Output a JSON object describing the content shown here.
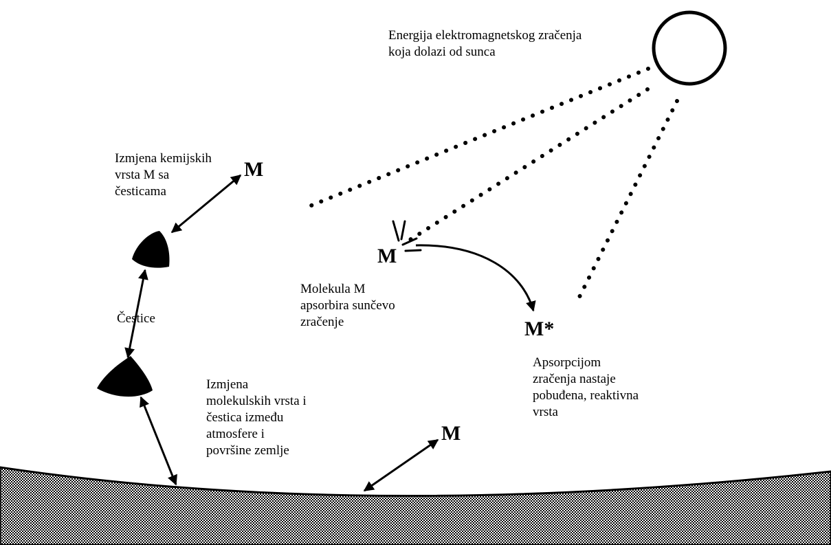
{
  "labels": {
    "sun": [
      "Energija elektromagnetskog zračenja",
      "koja dolazi od sunca"
    ],
    "exchange_particles": [
      "Izmjena kemijskih",
      "vrsta M sa",
      "česticama"
    ],
    "particles": "Čestice",
    "absorbs": [
      "Molekula M",
      "apsorbira sunčevo",
      "zračenje"
    ],
    "excited": [
      "Apsorpcijom",
      "zračenja nastaje",
      "pobuđena, reaktivna",
      "vrsta"
    ],
    "surface_exchange": [
      "Izmjena",
      "molekulskih vrsta i",
      "čestica između",
      "atmosfere i",
      "površine zemlje"
    ]
  },
  "symbols": {
    "m_top": "M",
    "m_absorbing": "M",
    "m_excited": "M*",
    "m_surface": "M"
  },
  "colors": {
    "ink": "#000000",
    "background": "#ffffff",
    "ground_light": "#ffffff"
  }
}
